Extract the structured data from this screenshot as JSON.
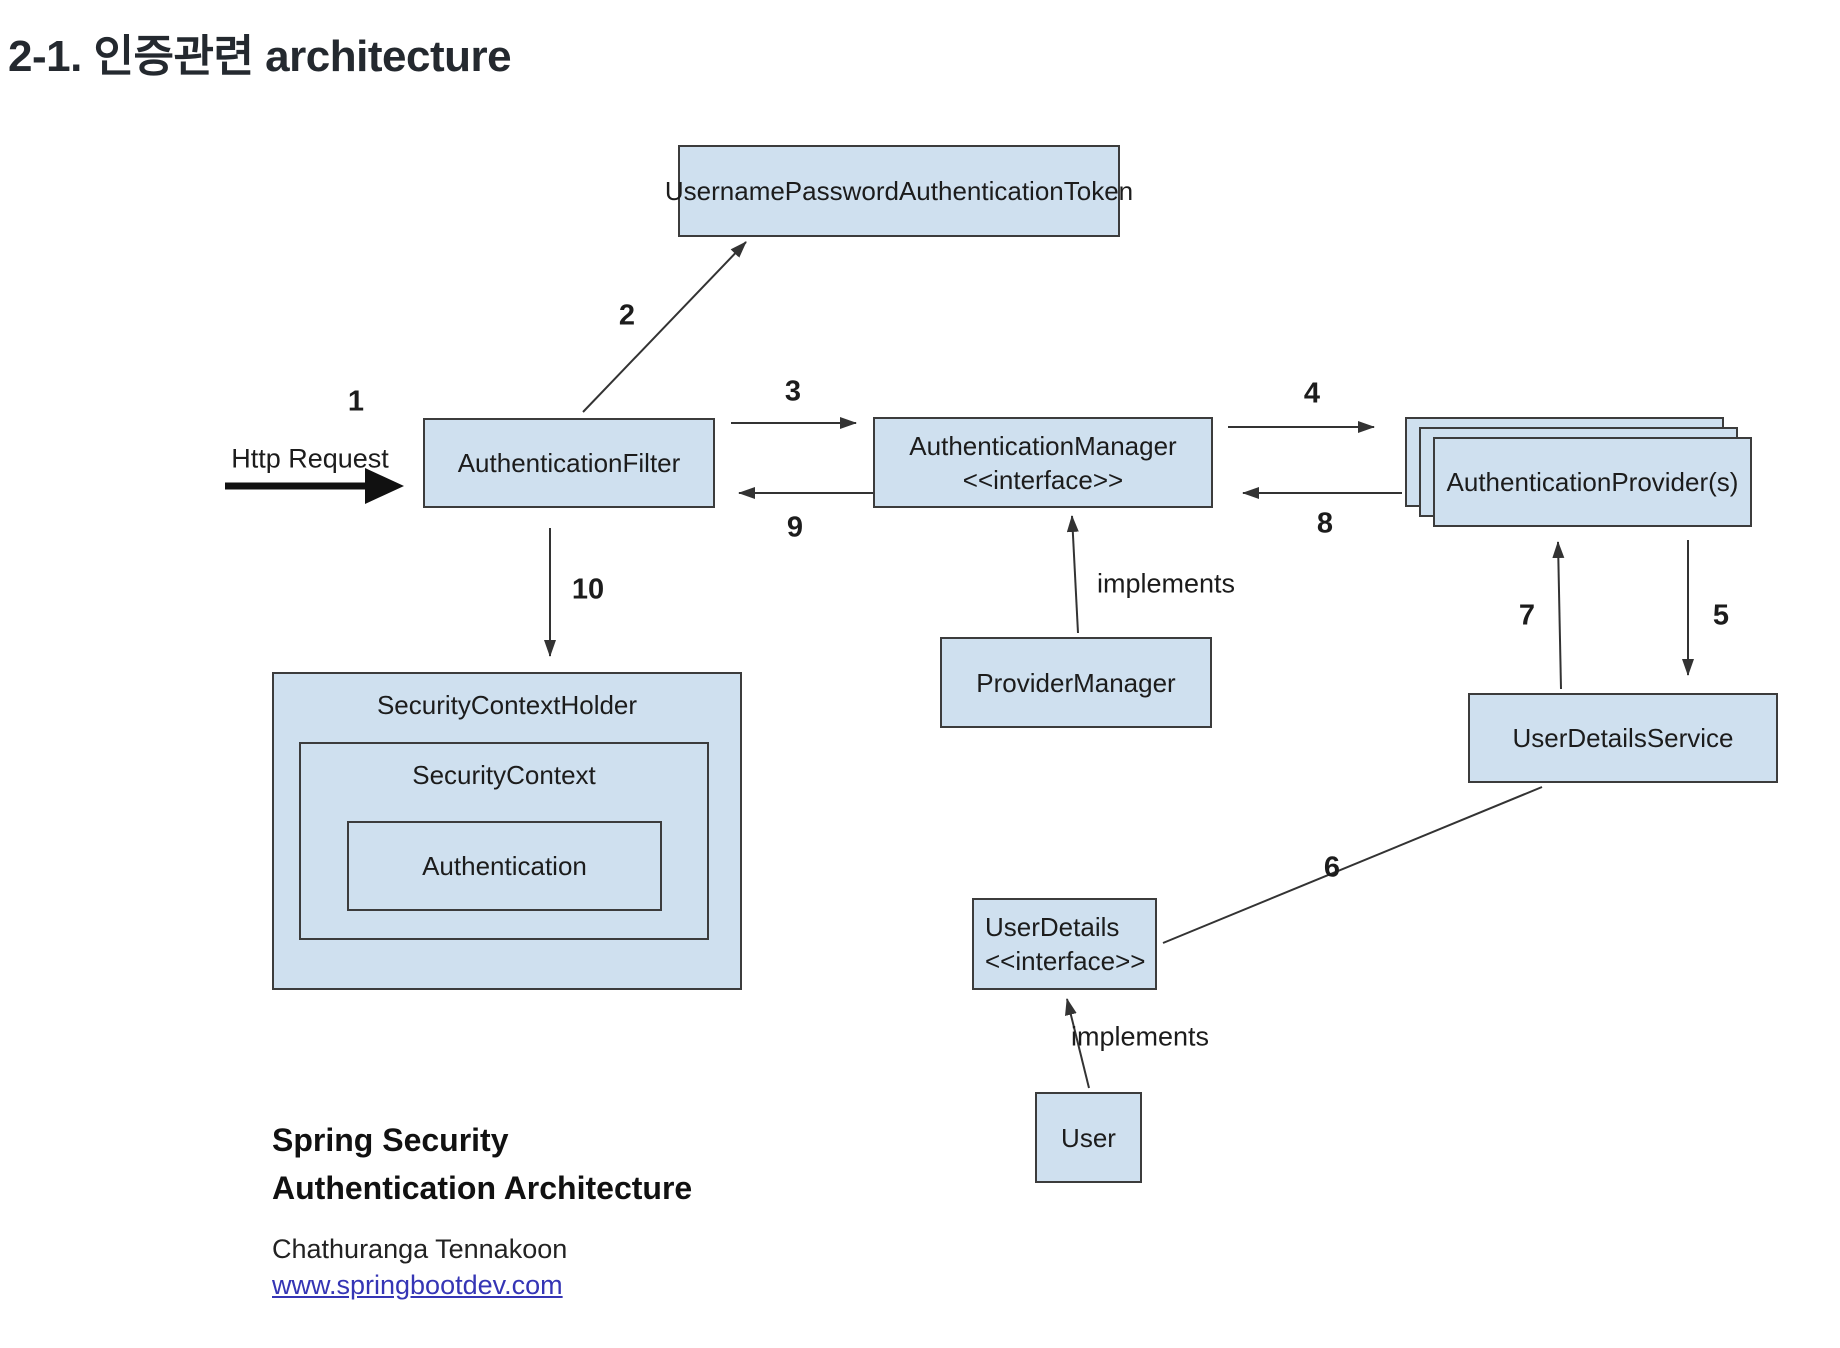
{
  "page": {
    "title": "2-1. 인증관련 architecture"
  },
  "diagram": {
    "nodes": {
      "token": "UsernamePasswordAuthenticationToken",
      "filter": "AuthenticationFilter",
      "manager": "AuthenticationManager",
      "manager_stereotype": "<<interface>>",
      "providers": "AuthenticationProvider(s)",
      "provider_manager": "ProviderManager",
      "user_details_service": "UserDetailsService",
      "security_context_holder": "SecurityContextHolder",
      "security_context": "SecurityContext",
      "authentication": "Authentication",
      "user_details": "UserDetails",
      "user_details_stereotype": "<<interface>>",
      "user": "User"
    },
    "labels": {
      "http_request": "Http Request",
      "implements_manager": "implements",
      "implements_user": "implements"
    },
    "steps": {
      "s1": "1",
      "s2": "2",
      "s3": "3",
      "s4": "4",
      "s5": "5",
      "s6": "6",
      "s7": "7",
      "s8": "8",
      "s9": "9",
      "s10": "10"
    },
    "colors": {
      "node_fill": "#cfe0ef",
      "node_border": "#3c3c3c",
      "line": "#333333"
    }
  },
  "footer": {
    "caption_line1": "Spring Security",
    "caption_line2": "Authentication Architecture",
    "author": "Chathuranga Tennakoon",
    "link": "www.springbootdev.com",
    "link_color": "#3535b5"
  }
}
